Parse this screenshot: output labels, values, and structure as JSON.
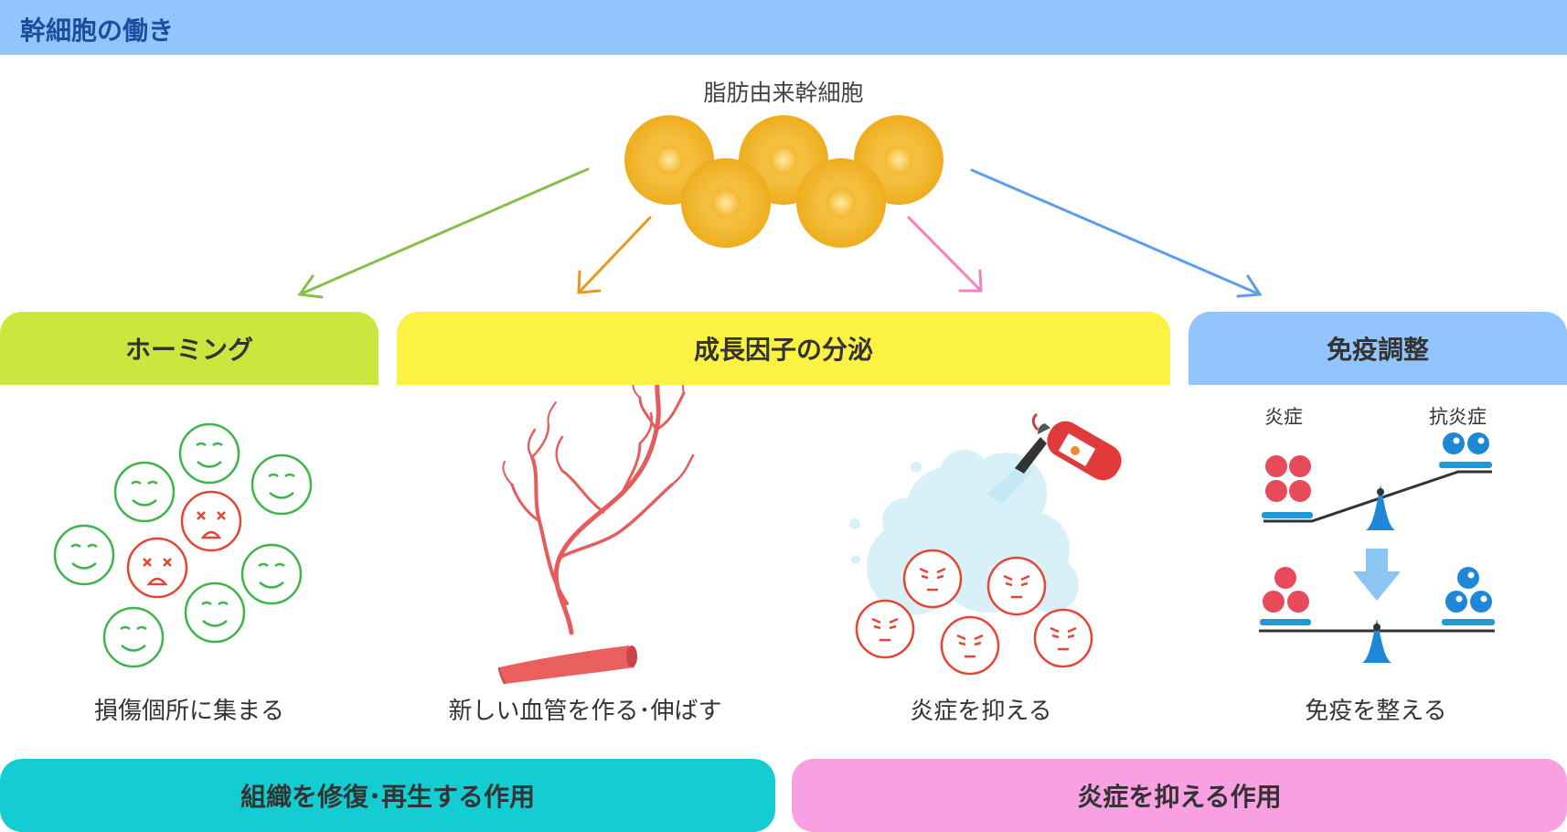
{
  "title": "幹細胞の働き",
  "source_label": "脂肪由来幹細胞",
  "categories": {
    "homing": "ホーミング",
    "growth": "成長因子の分泌",
    "immune": "免疫調整"
  },
  "captions": {
    "homing": "損傷個所に集まる",
    "vessel": "新しい血管を作る･伸ばす",
    "inflammation": "炎症を抑える",
    "immune": "免疫を整える"
  },
  "immune_labels": {
    "inflammation": "炎症",
    "anti_inflammation": "抗炎症"
  },
  "bottom": {
    "repair": "組織を修復･再生する作用",
    "anti_inflammatory": "炎症を抑える作用"
  },
  "colors": {
    "title_bar": "#93c5fd",
    "homing": "#cde63e",
    "growth": "#fcf244",
    "immune": "#93c5fd",
    "repair": "#14cdd3",
    "anti_inflammatory": "#f9a0e2",
    "cell": "#f2b21e",
    "happy_face": "#3fb44a",
    "sad_face": "#e54634",
    "vessel": "#e65c5c",
    "inflammation_dot": "#e74b5a",
    "anti_dot": "#1e88d6"
  }
}
